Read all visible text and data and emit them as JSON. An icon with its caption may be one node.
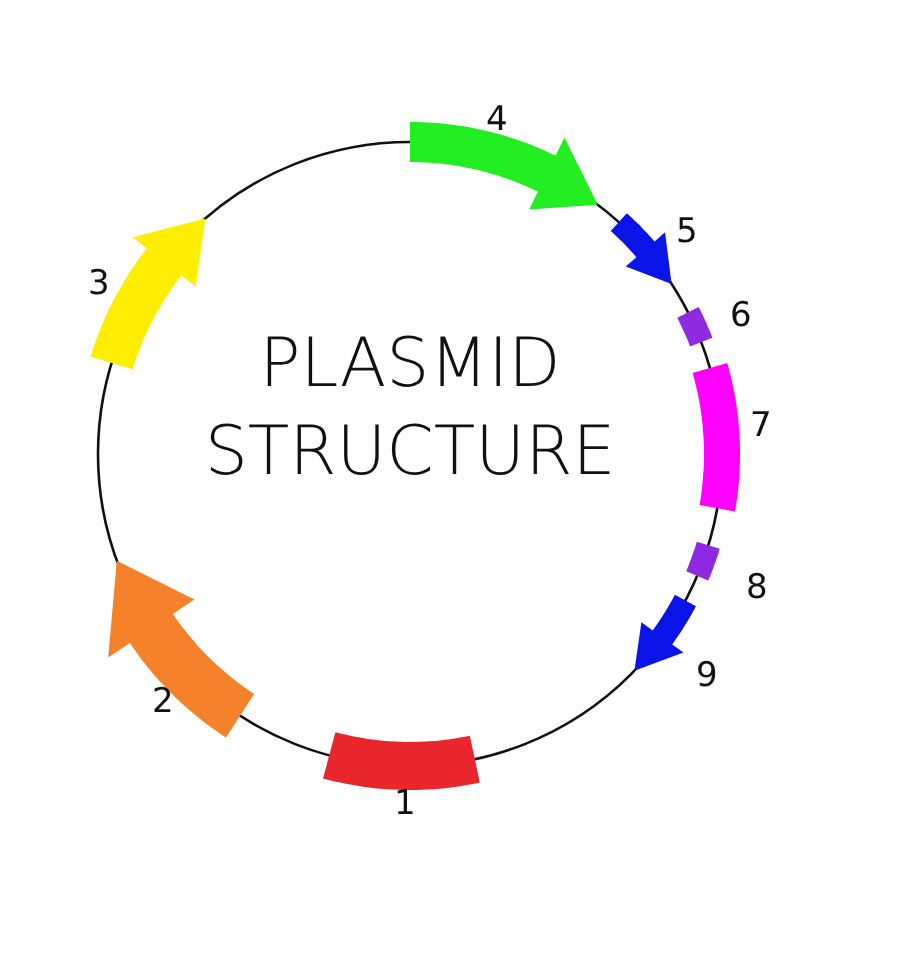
{
  "diagram": {
    "title": "PLASMID STRUCTURE",
    "labels": [
      "1",
      "2",
      "3",
      "4",
      "5",
      "6",
      "7",
      "8",
      "9"
    ]
  }
}
